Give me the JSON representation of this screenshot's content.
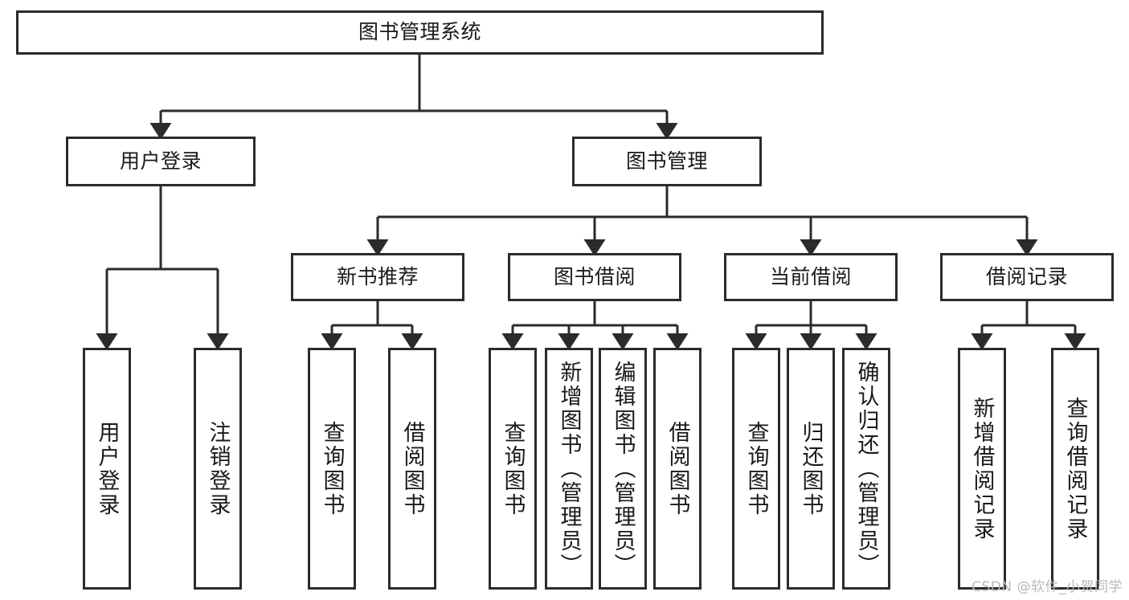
{
  "diagram": {
    "title": "图书管理系统",
    "type": "tree-hierarchy-chart",
    "line_color": "#2b2b2b",
    "box_fill": "#ffffff",
    "text_color": "#1a1a1a"
  },
  "watermark": {
    "text": "CSDN @软件_小贺同学",
    "color": "#b9b9b9"
  },
  "nodes": {
    "root": {
      "label": "图书管理系统"
    },
    "level2": [
      {
        "label": "用户登录"
      },
      {
        "label": "图书管理"
      }
    ],
    "level3": [
      {
        "label": "新书推荐"
      },
      {
        "label": "图书借阅"
      },
      {
        "label": "当前借阅"
      },
      {
        "label": "借阅记录"
      }
    ],
    "leaves": {
      "user_login": [
        {
          "label": "用户登录"
        },
        {
          "label": "注销登录"
        }
      ],
      "new_book_recommend": [
        {
          "label": "查询图书"
        },
        {
          "label": "借阅图书"
        }
      ],
      "book_borrow": [
        {
          "label": "查询图书"
        },
        {
          "label": "新增图书（管理员）"
        },
        {
          "label": "编辑图书（管理员）"
        },
        {
          "label": "借阅图书"
        }
      ],
      "current_borrow": [
        {
          "label": "查询图书"
        },
        {
          "label": "归还图书"
        },
        {
          "label": "确认归还（管理员）"
        }
      ],
      "borrow_record": [
        {
          "label": "新增借阅记录"
        },
        {
          "label": "查询借阅记录"
        }
      ]
    }
  }
}
